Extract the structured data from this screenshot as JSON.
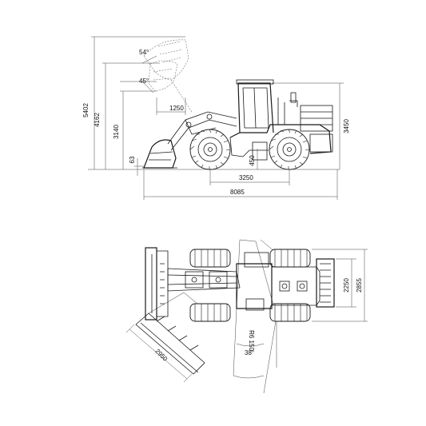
{
  "side_view": {
    "dims": {
      "max_dump_height": "5402",
      "hinge_pin_height": "4162",
      "dump_clearance": "3140",
      "dig_depth": "63",
      "dump_reach": "1250",
      "overall_height": "3450",
      "ground_clearance": "450",
      "wheelbase": "3250",
      "overall_length": "8085"
    },
    "angles": {
      "rollback": "54°",
      "dump": "45°"
    }
  },
  "top_view": {
    "dims": {
      "tread_width": "2250",
      "overall_width": "2855",
      "turning_radius": "R6 150",
      "bucket_width": "2950"
    },
    "angles": {
      "articulation": "38°"
    }
  }
}
